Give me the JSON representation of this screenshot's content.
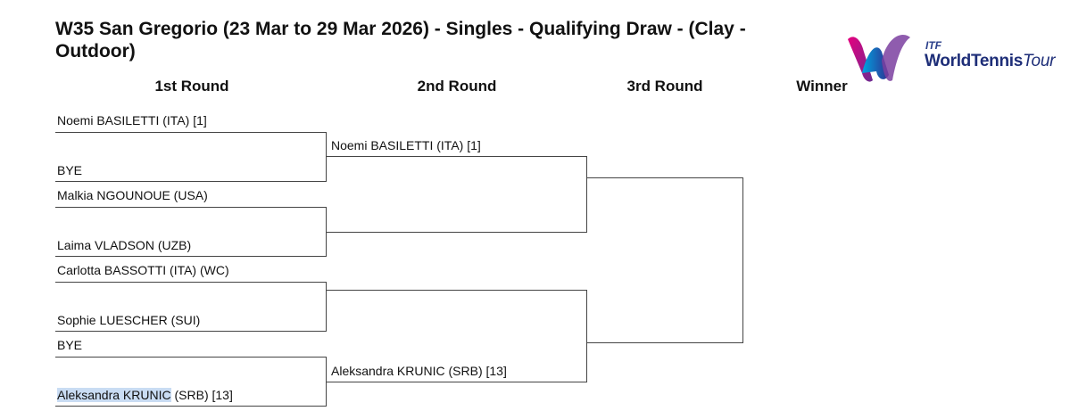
{
  "title": "W35 San Gregorio (23 Mar to 29 Mar 2026) - Singles - Qualifying Draw - (Clay - Outdoor)",
  "rounds": [
    "1st Round",
    "2nd Round",
    "3rd Round",
    "Winner"
  ],
  "first_round": [
    {
      "name": "Noemi BASILETTI (ITA) [1]"
    },
    {
      "name": "BYE"
    },
    {
      "name": "Malkia NGOUNOUE (USA)"
    },
    {
      "name": "Laima VLADSON (UZB)"
    },
    {
      "name": "Carlotta BASSOTTI (ITA) (WC)"
    },
    {
      "name": "Sophie LUESCHER (SUI)"
    },
    {
      "name": "BYE"
    },
    {
      "name_highlight": "Aleksandra KRUNIC",
      "name_rest": " (SRB) [13]"
    }
  ],
  "second_round": [
    {
      "name": "Noemi BASILETTI (ITA) [1]"
    },
    {
      "name": ""
    },
    {
      "name": ""
    },
    {
      "name": "Aleksandra KRUNIC (SRB) [13]"
    }
  ],
  "logo": {
    "itf": "ITF",
    "brand_bold": "WorldTennis",
    "brand_italic": "Tour",
    "colors": [
      "#e6007e",
      "#00a3e0",
      "#7b3fa0"
    ]
  }
}
